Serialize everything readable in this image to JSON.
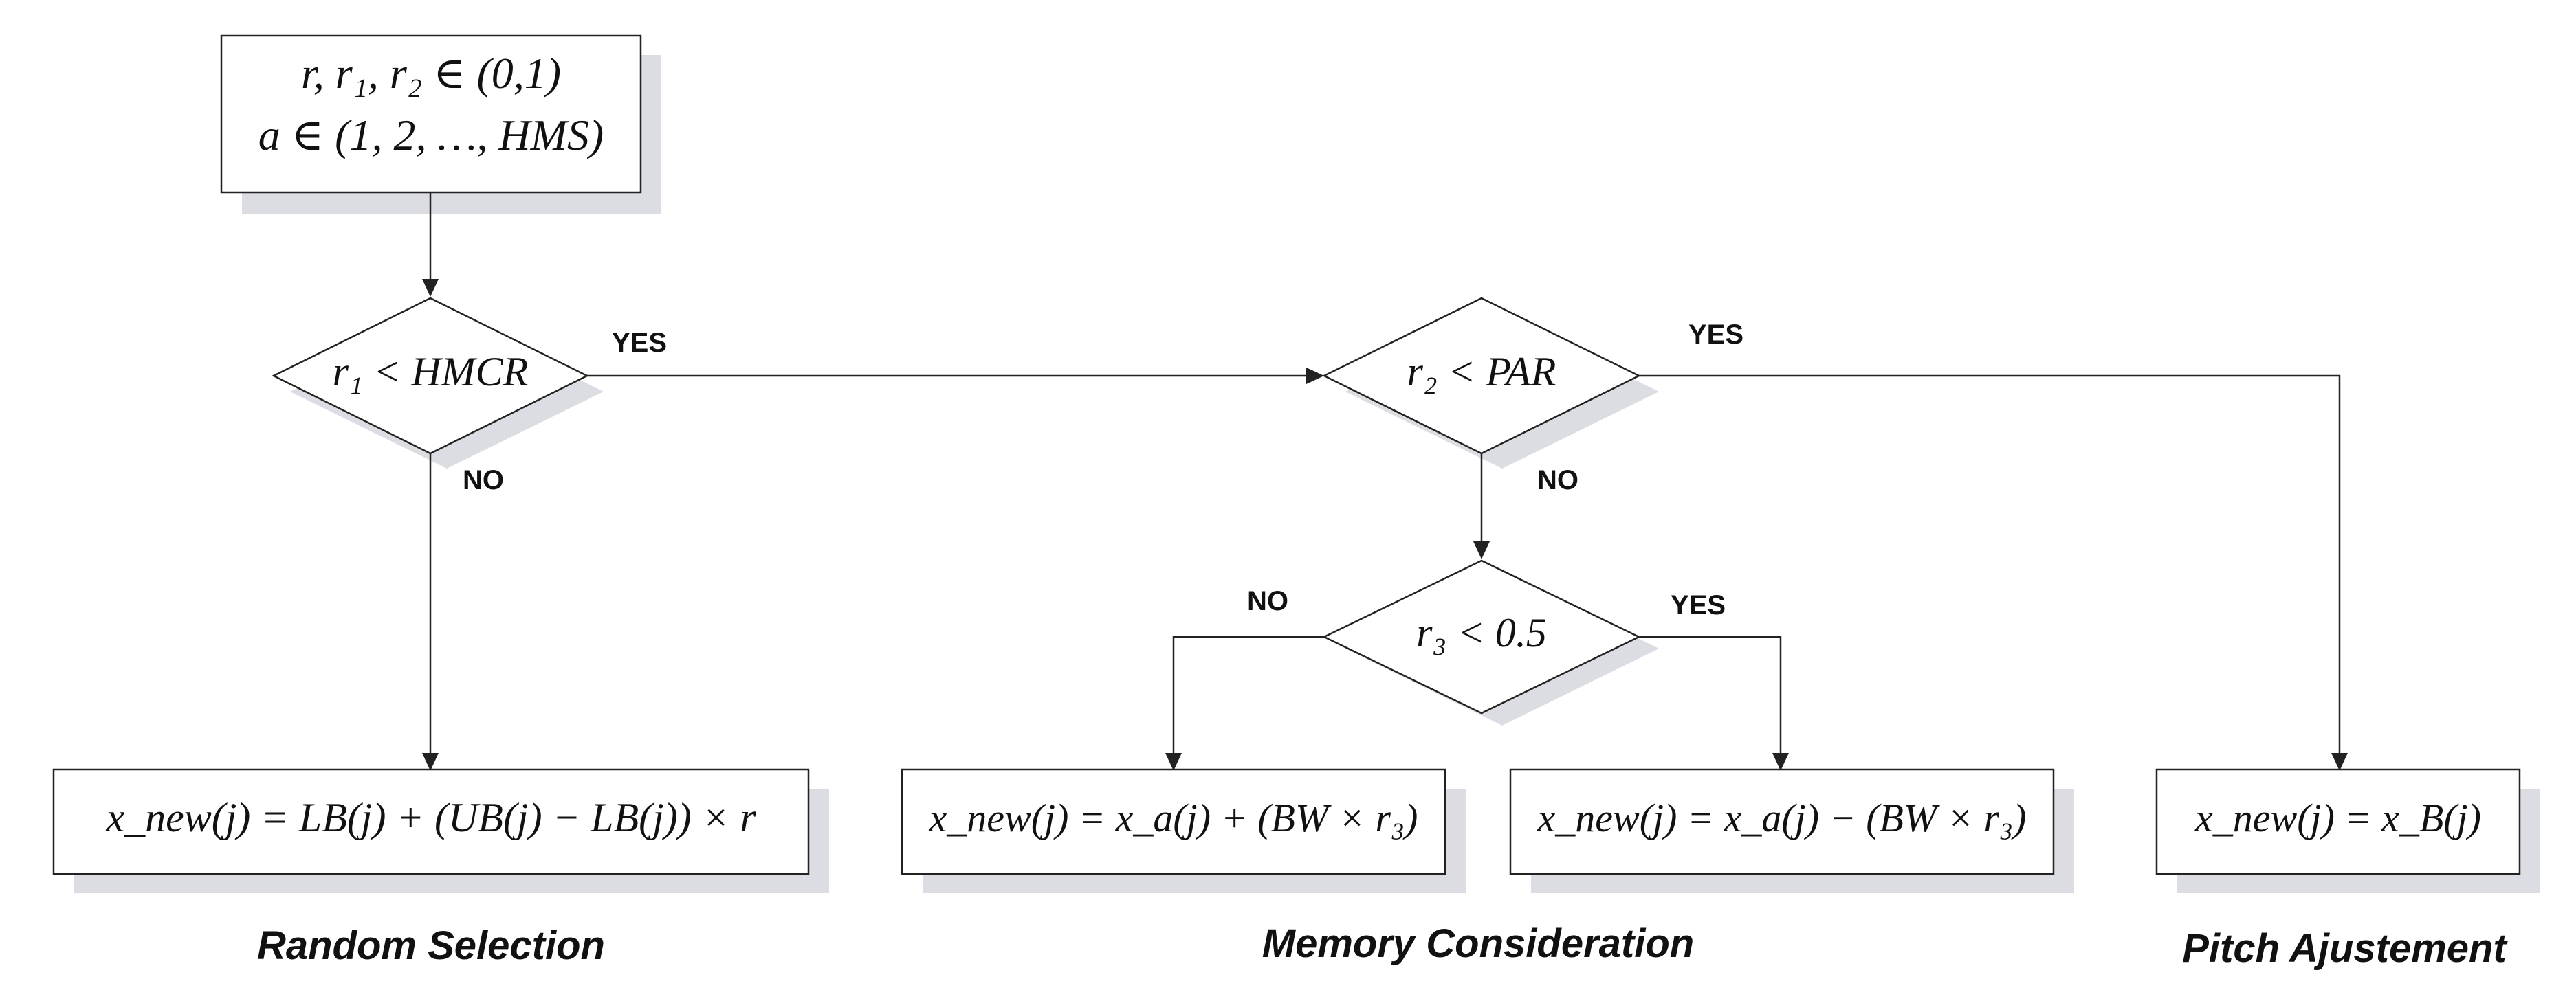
{
  "init": {
    "line1": "r, r₁, r₂ ∈ (0,1)",
    "line2": "a ∈ (1, 2, …, HMS)"
  },
  "decisions": {
    "hmcr": "r₁ < HMCR",
    "par": "r₂ < PAR",
    "r3": "r₃ < 0.5"
  },
  "labels": {
    "hmcr_yes": "YES",
    "hmcr_no": "NO",
    "par_yes": "YES",
    "par_no": "NO",
    "r3_no": "NO",
    "r3_yes": "YES"
  },
  "outputs": {
    "random": "x_new(j) = LB(j) + (UB(j) − LB(j)) × r",
    "memory_plus": "x_new(j) = x_a(j) + (BW × r₃)",
    "memory_minus": "x_new(j) = x_a(j) − (BW × r₃)",
    "pitch": "x_new(j) = x_B(j)"
  },
  "captions": {
    "random": "Random Selection",
    "memory": "Memory Consideration",
    "pitch": "Pitch Ajustement"
  }
}
